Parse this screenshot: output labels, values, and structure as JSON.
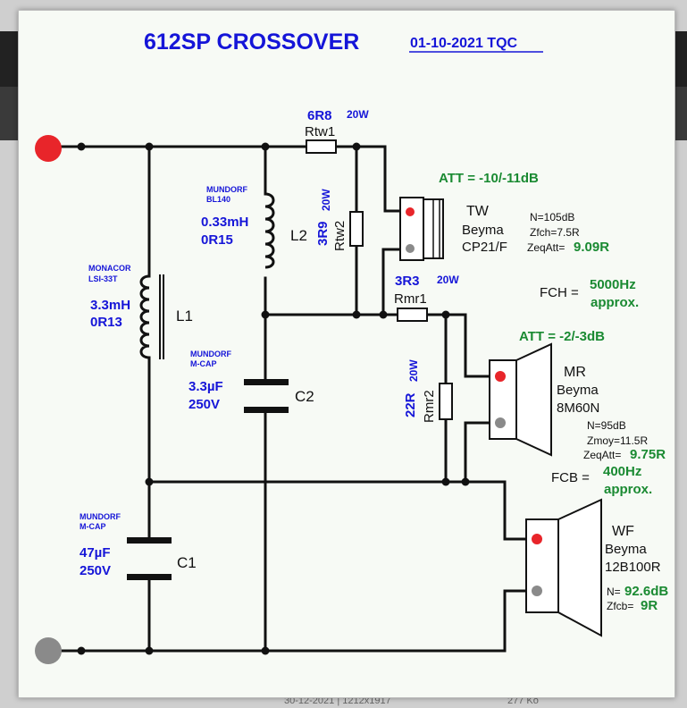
{
  "page": {
    "footer_left": "30-12-2021 | 1212x1917",
    "footer_right": "277 Ko"
  },
  "title": "612SP CROSSOVER",
  "date": "01-10-2021 TQC",
  "components": {
    "L1": {
      "brand": "MONACOR",
      "model": "LSI-33T",
      "value": "3.3mH",
      "resistance": "0R13",
      "label": "L1"
    },
    "L2": {
      "brand": "MUNDORF",
      "model": "BL140",
      "value": "0.33mH",
      "resistance": "0R15",
      "label": "L2"
    },
    "C1": {
      "brand": "MUNDORF",
      "model": "M-CAP",
      "value": "47µF",
      "voltage": "250V",
      "label": "C1"
    },
    "C2": {
      "brand": "MUNDORF",
      "model": "M-CAP",
      "value": "3.3µF",
      "voltage": "250V",
      "label": "C2"
    },
    "Rtw1": {
      "value": "6R8",
      "power": "20W",
      "label": "Rtw1"
    },
    "Rtw2": {
      "value": "3R9",
      "power": "20W",
      "label": "Rtw2"
    },
    "Rmr1": {
      "value": "3R3",
      "power": "20W",
      "label": "Rmr1"
    },
    "Rmr2": {
      "value": "22R",
      "power": "20W",
      "label": "Rmr2"
    }
  },
  "drivers": {
    "tw": {
      "type": "TW",
      "brand": "Beyma",
      "model": "CP21/F",
      "att": "ATT = -10/-11dB",
      "n": "N=105dB",
      "z": "Zfch=7.5R",
      "zeq_label": "ZeqAtt=",
      "zeq_value": "9.09R"
    },
    "mr": {
      "type": "MR",
      "brand": "Beyma",
      "model": "8M60N",
      "att": "ATT = -2/-3dB",
      "n": "N=95dB",
      "z": "Zmoy=11.5R",
      "zeq_label": "ZeqAtt=",
      "zeq_value": "9.75R"
    },
    "wf": {
      "type": "WF",
      "brand": "Beyma",
      "model": "12B100R",
      "n_label": "N=",
      "n_value": "92.6dB",
      "z_label": "Zfcb=",
      "z_value": "9R"
    }
  },
  "crossover": {
    "fch_label": "FCH =",
    "fch_value": "5000Hz",
    "fch_note": "approx.",
    "fcb_label": "FCB =",
    "fcb_value": "400Hz",
    "fcb_note": "approx."
  },
  "colors": {
    "title_blue": "#1515d8",
    "note_green": "#1a8a32",
    "terminal_plus": "#e8252a",
    "terminal_minus": "#8a8a8a"
  }
}
